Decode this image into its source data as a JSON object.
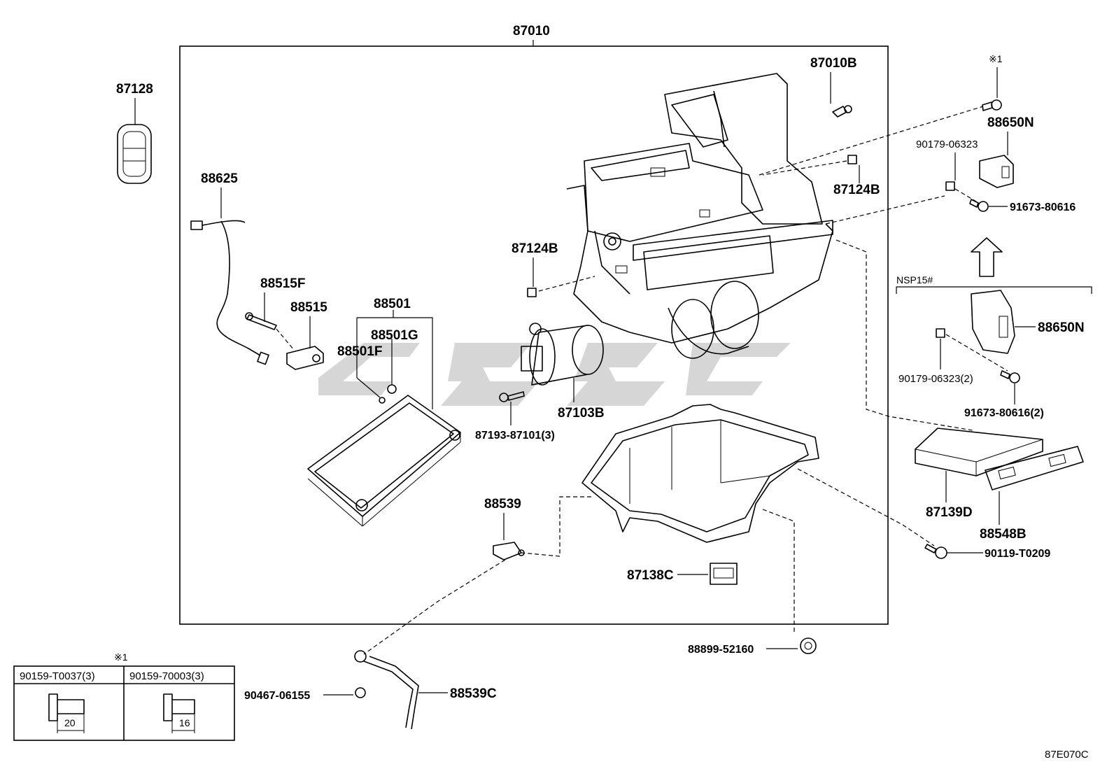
{
  "diagram": {
    "reference_code": "87E070C",
    "parts": {
      "p87010": "87010",
      "p87128": "87128",
      "p88625": "88625",
      "p88515F": "88515F",
      "p88515": "88515",
      "p88501": "88501",
      "p88501G": "88501G",
      "p88501F": "88501F",
      "p87010B": "87010B",
      "p87124B_top": "87124B",
      "p87124B_left": "87124B",
      "p87103B": "87103B",
      "p87193": "87193-87101(3)",
      "p88539": "88539",
      "p87138C": "87138C",
      "p88899": "88899-52160",
      "p90467": "90467-06155",
      "p88539C": "88539C",
      "note_mark": "※1",
      "p88650N_top": "88650N",
      "p90179_top": "90179-06323",
      "p91673_top": "91673-80616",
      "nsp_label": "NSP15#",
      "p88650N_bottom": "88650N",
      "p90179_bottom": "90179-06323(2)",
      "p91673_bottom": "91673-80616(2)",
      "p87139D": "87139D",
      "p88548B": "88548B",
      "p90119": "90119-T0209"
    },
    "bolt_table": {
      "note_mark": "※1",
      "col1_header": "90159-T0037(3)",
      "col2_header": "90159-70003(3)",
      "col1_length": "20",
      "col2_length": "16"
    }
  }
}
